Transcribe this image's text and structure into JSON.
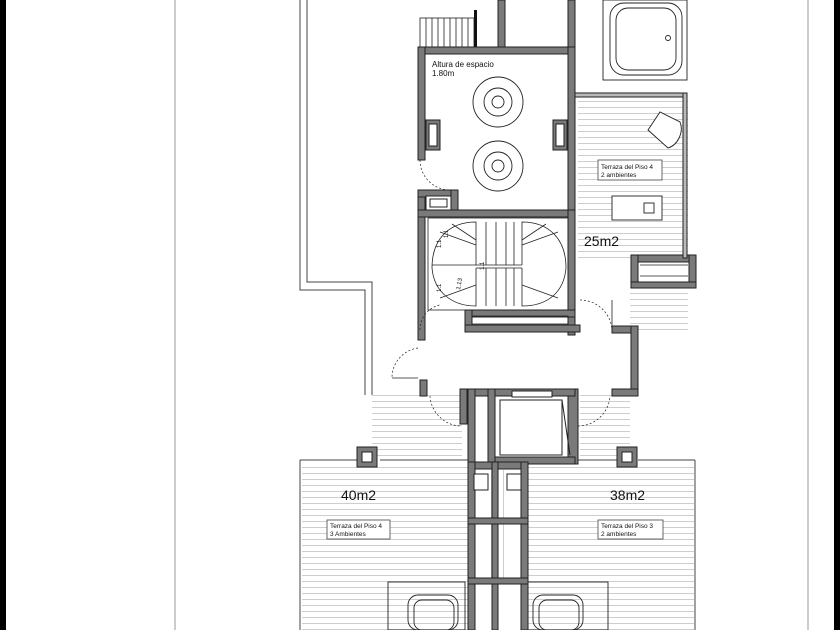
{
  "plan": {
    "labels": {
      "space_height_title": "Altura de espacio",
      "space_height_value": "1.80m",
      "terrace_top": {
        "line1": "Terraza del Piso 4",
        "line2": "2 ambientes"
      },
      "terrace_left": {
        "line1": "Terraza del Piso 4",
        "line2": "3 Ambientes"
      },
      "terrace_right": {
        "line1": "Terraza del Piso 3",
        "line2": "2 ambientes"
      }
    },
    "areas": {
      "top_right": "25m2",
      "left": "40m2",
      "right": "38m2"
    },
    "stair_marks": [
      "1.1",
      "1.13",
      "1.1",
      "1.1",
      "1.1"
    ]
  },
  "colors": {
    "wall": "#7a7a7a",
    "wall_dark": "#333333",
    "line": "#222222",
    "hatch": "#b8b8b8",
    "frame": "#000000"
  }
}
